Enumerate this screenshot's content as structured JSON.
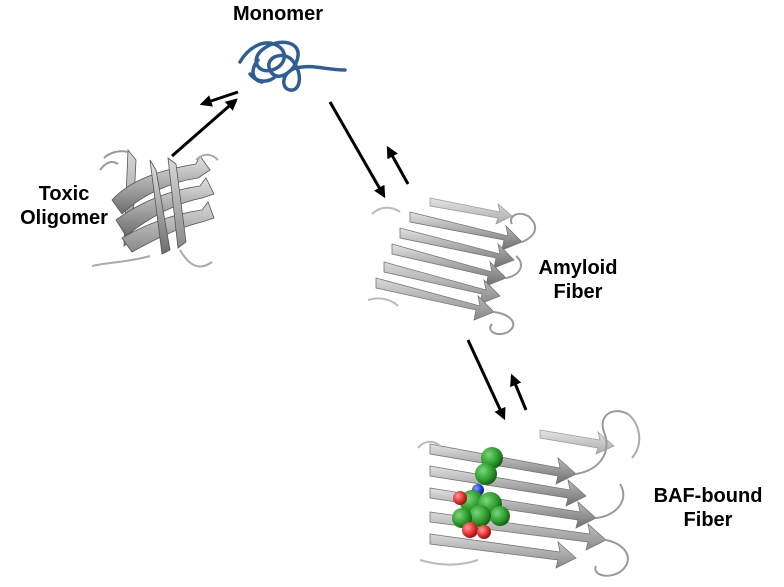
{
  "labels": {
    "monomer": "Monomer",
    "toxic_oligomer": [
      "Toxic",
      "Oligomer"
    ],
    "amyloid_fiber": [
      "Amyloid",
      "Fiber"
    ],
    "baf_fiber": [
      "BAF-bound",
      "Fiber"
    ]
  },
  "colors": {
    "monomer_coil": "#2f5e97",
    "protein_ribbon": "#b0b0b0",
    "ligand_carbon": "#2e9e2e",
    "ligand_oxygen": "#e03030",
    "ligand_nitrogen": "#2040d0",
    "arrow": "#000000"
  }
}
